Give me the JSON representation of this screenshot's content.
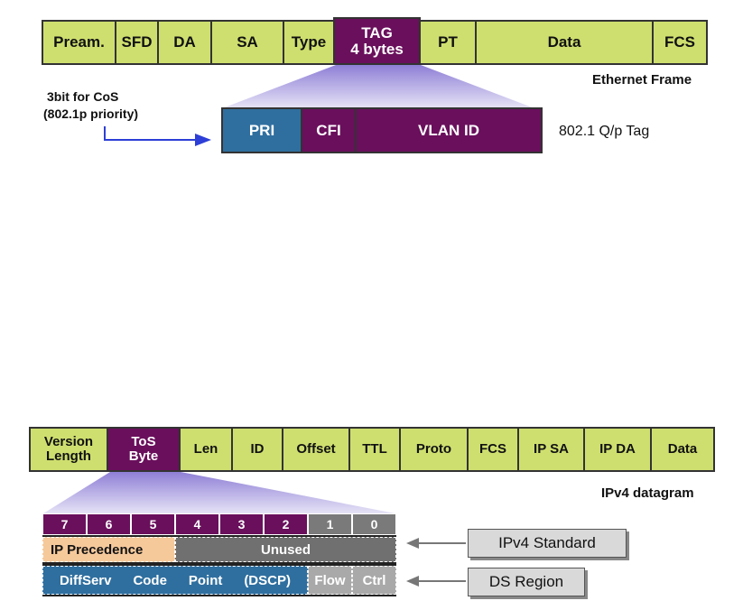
{
  "ethernet": {
    "fields": [
      "Pream.",
      "SFD",
      "DA",
      "SA",
      "Type",
      "TAG\n4 bytes",
      "PT",
      "Data",
      "FCS"
    ],
    "caption": "Ethernet Frame"
  },
  "tag": {
    "fields": [
      "PRI",
      "CFI",
      "VLAN ID"
    ],
    "label": "802.1 Q/p Tag",
    "note_line1": "3bit for CoS",
    "note_line2": "(802.1p priority)"
  },
  "ipv4": {
    "fields": [
      "Version\nLength",
      "ToS\nByte",
      "Len",
      "ID",
      "Offset",
      "TTL",
      "Proto",
      "FCS",
      "IP SA",
      "IP DA",
      "Data"
    ],
    "caption": "IPv4 datagram"
  },
  "tos": {
    "bits": [
      "7",
      "6",
      "5",
      "4",
      "3",
      "2",
      "1",
      "0"
    ],
    "ip_precedence": "IP Precedence",
    "unused": "Unused",
    "dscp_parts": [
      "DiffServ",
      "Code",
      "Point",
      "(DSCP)"
    ],
    "flow": "Flow",
    "ctrl": "Ctrl",
    "ipv4_standard": "IPv4 Standard",
    "ds_region": "DS Region"
  },
  "colors": {
    "field_green": "#cfdf6f",
    "tag_purple": "#6a0f5c",
    "pri_blue": "#2f6f9f",
    "precedence_peach": "#f6c99b",
    "unused_gray": "#707070",
    "flow_gray": "#a9a9a9",
    "arrow_blue": "#2d3fd6"
  }
}
